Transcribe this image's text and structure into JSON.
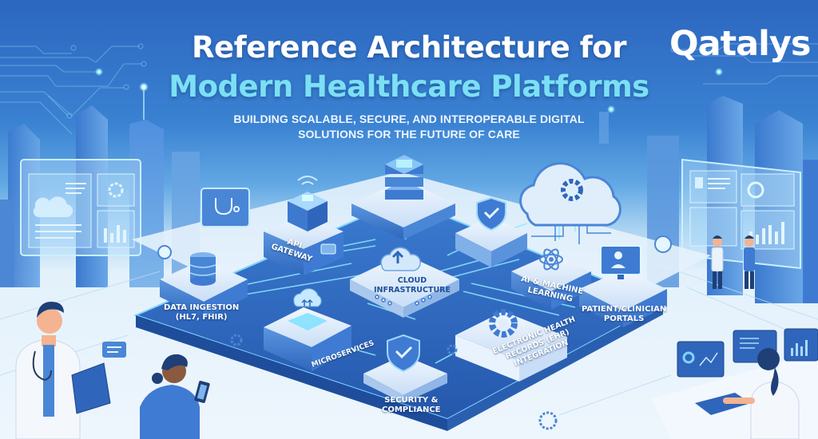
{
  "header": {
    "title_line1": "Reference Architecture for",
    "title_line2": "Modern Healthcare Platforms",
    "subtitle_line1": "BUILDING SCALABLE, SECURE, AND INTEROPERABLE DIGITAL",
    "subtitle_line2": "SOLUTIONS FOR THE FUTURE OF CARE"
  },
  "brand": {
    "logo_text": "atalys",
    "logo_initial": "Q"
  },
  "components": [
    {
      "id": "api-gateway",
      "label_line1": "API",
      "label_line2": "GATEWAY",
      "icon": "server-box-icon"
    },
    {
      "id": "data-ingestion",
      "label_line1": "DATA INGESTION",
      "label_line2": "(HL7, FHIR)",
      "icon": "database-icon"
    },
    {
      "id": "cloud-infrastructure",
      "label_line1": "CLOUD",
      "label_line2": "INFRASTRUCTURE",
      "icon": "cloud-upload-icon"
    },
    {
      "id": "ai-ml",
      "label_line1": "AI & MACHINE",
      "label_line2": "LEARNING",
      "icon": "atom-icon"
    },
    {
      "id": "portals",
      "label_line1": "PATIENT/CLINICIAN",
      "label_line2": "PORTALS",
      "icon": "monitor-user-icon"
    },
    {
      "id": "microservices",
      "label_line1": "MICROSERVICES",
      "label_line2": "",
      "icon": "cloud-upload-icon"
    },
    {
      "id": "ehr",
      "label_line1": "ELECTRONIC HEALTH",
      "label_line2": "RECORDS (EHR)",
      "label_line3": "INTEGRATION",
      "icon": "gear-icon"
    },
    {
      "id": "security",
      "label_line1": "SECURITY &",
      "label_line2": "COMPLIANCE",
      "icon": "shield-check-icon"
    }
  ],
  "colors": {
    "sky_top": "#2c66bf",
    "title_accent": "#7be0f4",
    "platform_dark": "#2a62b8",
    "platform_light": "#dcebfa",
    "glow": "#8fe6ff"
  }
}
